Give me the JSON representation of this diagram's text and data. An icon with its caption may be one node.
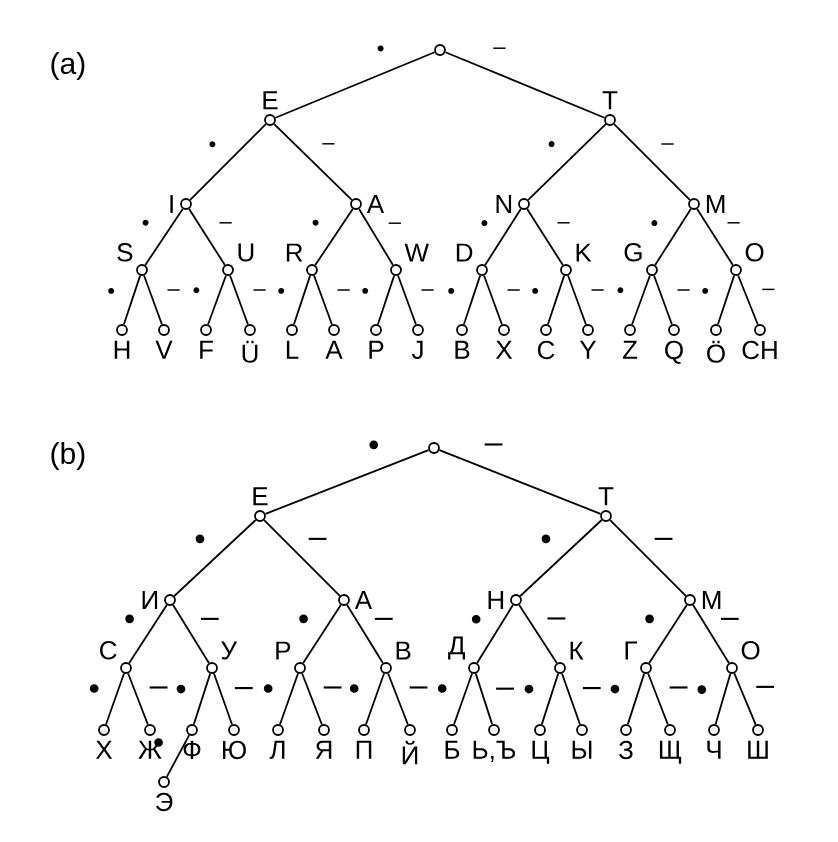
{
  "diagram": {
    "nodes": [
      {
        "text": [],
        "shape": "circle"
      },
      {
        "text": [
          "E"
        ]
      },
      {
        "text": [
          "T"
        ]
      },
      {
        "text": [
          "I"
        ]
      },
      {
        "text": [
          "A"
        ]
      },
      {
        "text": [
          "N"
        ]
      },
      {
        "text": [
          "M"
        ]
      },
      {
        "text": [
          "S"
        ]
      },
      {
        "text": [
          "U"
        ]
      },
      {
        "text": [
          "R"
        ]
      },
      {
        "text": [
          "W"
        ]
      },
      {
        "text": [
          "D"
        ]
      },
      {
        "text": [
          "K"
        ]
      },
      {
        "text": [
          "G"
        ]
      },
      {
        "text": [
          "O"
        ]
      },
      {
        "text": [
          "H"
        ]
      },
      {
        "text": [
          "V"
        ]
      },
      {
        "text": [
          "F"
        ]
      },
      {
        "text": [
          "Ü"
        ]
      },
      {
        "text": [
          "L"
        ]
      },
      {
        "text": [
          "A"
        ]
      },
      {
        "text": [
          "P"
        ]
      },
      {
        "text": [
          "J"
        ]
      },
      {
        "text": [
          "B"
        ]
      },
      {
        "text": [
          "X"
        ]
      },
      {
        "text": [
          "C"
        ]
      },
      {
        "text": [
          "Y"
        ]
      },
      {
        "text": [
          "Z"
        ]
      },
      {
        "text": [
          "Q"
        ]
      },
      {
        "text": [
          "Ö"
        ]
      },
      {
        "text": [
          "CH"
        ]
      },
      {
        "text": [],
        "shape": "circle"
      },
      {
        "text": [
          "Е"
        ]
      },
      {
        "text": [
          "Т"
        ]
      },
      {
        "text": [
          "И"
        ]
      },
      {
        "text": [
          "А"
        ]
      },
      {
        "text": [
          "Н"
        ]
      },
      {
        "text": [
          "М"
        ]
      },
      {
        "text": [
          "С"
        ]
      },
      {
        "text": [
          "У"
        ]
      },
      {
        "text": [
          "Р"
        ]
      },
      {
        "text": [
          "В"
        ]
      },
      {
        "text": [
          "Д"
        ]
      },
      {
        "text": [
          "К"
        ]
      },
      {
        "text": [
          "Г"
        ]
      },
      {
        "text": [
          "О"
        ]
      },
      {
        "text": [
          "Х"
        ]
      },
      {
        "text": [
          "Ж"
        ]
      },
      {
        "text": [
          "Ф"
        ]
      },
      {
        "text": [
          "Ю"
        ]
      },
      {
        "text": [
          "Л"
        ]
      },
      {
        "text": [
          "Я"
        ]
      },
      {
        "text": [
          "П"
        ]
      },
      {
        "text": [
          "Й"
        ]
      },
      {
        "text": [
          "Б"
        ]
      },
      {
        "text": [
          "Ь,Ъ"
        ]
      },
      {
        "text": [
          "Ц"
        ]
      },
      {
        "text": [
          "Ы"
        ]
      },
      {
        "text": [
          "З"
        ]
      },
      {
        "text": [
          "Щ"
        ]
      },
      {
        "text": [
          "Ч"
        ]
      },
      {
        "text": [
          "Ш"
        ]
      },
      {
        "text": [
          "Э"
        ]
      }
    ],
    "edges": [
      {
        "from": 0,
        "to": 1,
        "arrow": "none",
        "label": "•"
      },
      {
        "from": 0,
        "to": 2,
        "arrow": "none",
        "label": "–"
      },
      {
        "from": 1,
        "to": 3,
        "arrow": "none",
        "label": "•"
      },
      {
        "from": 1,
        "to": 4,
        "arrow": "none",
        "label": "–"
      },
      {
        "from": 2,
        "to": 5,
        "arrow": "none",
        "label": "•"
      },
      {
        "from": 2,
        "to": 6,
        "arrow": "none",
        "label": "–"
      },
      {
        "from": 3,
        "to": 7,
        "arrow": "none",
        "label": "•"
      },
      {
        "from": 3,
        "to": 8,
        "arrow": "none",
        "label": "–"
      },
      {
        "from": 4,
        "to": 9,
        "arrow": "none",
        "label": "•"
      },
      {
        "from": 4,
        "to": 10,
        "arrow": "none",
        "label": "–"
      },
      {
        "from": 5,
        "to": 11,
        "arrow": "none",
        "label": "•"
      },
      {
        "from": 5,
        "to": 12,
        "arrow": "none",
        "label": "–"
      },
      {
        "from": 6,
        "to": 13,
        "arrow": "none",
        "label": "•"
      },
      {
        "from": 6,
        "to": 14,
        "arrow": "none",
        "label": "–"
      },
      {
        "from": 7,
        "to": 15,
        "arrow": "none",
        "label": "•"
      },
      {
        "from": 7,
        "to": 16,
        "arrow": "none",
        "label": "–"
      },
      {
        "from": 8,
        "to": 17,
        "arrow": "none",
        "label": "•"
      },
      {
        "from": 8,
        "to": 18,
        "arrow": "none",
        "label": "–"
      },
      {
        "from": 9,
        "to": 19,
        "arrow": "none",
        "label": "•"
      },
      {
        "from": 9,
        "to": 20,
        "arrow": "none",
        "label": "–"
      },
      {
        "from": 10,
        "to": 21,
        "arrow": "none",
        "label": "•"
      },
      {
        "from": 10,
        "to": 22,
        "arrow": "none",
        "label": "–"
      },
      {
        "from": 11,
        "to": 23,
        "arrow": "none",
        "label": "•"
      },
      {
        "from": 11,
        "to": 24,
        "arrow": "none",
        "label": "–"
      },
      {
        "from": 12,
        "to": 25,
        "arrow": "none",
        "label": "•"
      },
      {
        "from": 12,
        "to": 26,
        "arrow": "none",
        "label": "–"
      },
      {
        "from": 13,
        "to": 27,
        "arrow": "none",
        "label": "•"
      },
      {
        "from": 13,
        "to": 28,
        "arrow": "none",
        "label": "–"
      },
      {
        "from": 14,
        "to": 29,
        "arrow": "none",
        "label": "•"
      },
      {
        "from": 14,
        "to": 30,
        "arrow": "none",
        "label": "–"
      },
      {
        "from": 31,
        "to": 32,
        "arrow": "none",
        "label": "•"
      },
      {
        "from": 31,
        "to": 33,
        "arrow": "none",
        "label": "–"
      },
      {
        "from": 32,
        "to": 34,
        "arrow": "none",
        "label": "•"
      },
      {
        "from": 32,
        "to": 35,
        "arrow": "none",
        "label": "–"
      },
      {
        "from": 33,
        "to": 36,
        "arrow": "none",
        "label": "•"
      },
      {
        "from": 33,
        "to": 37,
        "arrow": "none",
        "label": "–"
      },
      {
        "from": 34,
        "to": 38,
        "arrow": "none",
        "label": "•"
      },
      {
        "from": 34,
        "to": 39,
        "arrow": "none",
        "label": "–"
      },
      {
        "from": 35,
        "to": 40,
        "arrow": "none",
        "label": "•"
      },
      {
        "from": 35,
        "to": 41,
        "arrow": "none",
        "label": "–"
      },
      {
        "from": 36,
        "to": 42,
        "arrow": "none",
        "label": "•"
      },
      {
        "from": 36,
        "to": 43,
        "arrow": "none",
        "label": "–"
      },
      {
        "from": 37,
        "to": 44,
        "arrow": "none",
        "label": "•"
      },
      {
        "from": 37,
        "to": 45,
        "arrow": "none",
        "label": "–"
      },
      {
        "from": 38,
        "to": 46,
        "arrow": "none",
        "label": "•"
      },
      {
        "from": 38,
        "to": 47,
        "arrow": "none",
        "label": "–"
      },
      {
        "from": 39,
        "to": 48,
        "arrow": "none",
        "label": "•"
      },
      {
        "from": 39,
        "to": 49,
        "arrow": "none",
        "label": "–"
      },
      {
        "from": 40,
        "to": 50,
        "arrow": "none",
        "label": "•"
      },
      {
        "from": 40,
        "to": 51,
        "arrow": "none",
        "label": "–"
      },
      {
        "from": 41,
        "to": 52,
        "arrow": "none",
        "label": "•"
      },
      {
        "from": 41,
        "to": 53,
        "arrow": "none",
        "label": "–"
      },
      {
        "from": 42,
        "to": 54,
        "arrow": "none",
        "label": "•"
      },
      {
        "from": 42,
        "to": 55,
        "arrow": "none",
        "label": "–"
      },
      {
        "from": 43,
        "to": 56,
        "arrow": "none",
        "label": "•"
      },
      {
        "from": 43,
        "to": 57,
        "arrow": "none",
        "label": "–"
      },
      {
        "from": 44,
        "to": 58,
        "arrow": "none",
        "label": "•"
      },
      {
        "from": 44,
        "to": 59,
        "arrow": "none",
        "label": "–"
      },
      {
        "from": 45,
        "to": 60,
        "arrow": "none",
        "label": "•"
      },
      {
        "from": 45,
        "to": 61,
        "arrow": "none",
        "label": "–"
      },
      {
        "from": 48,
        "to": 62,
        "arrow": "none",
        "label": "•"
      }
    ],
    "labels": [
      "(a)",
      "(b)"
    ]
  }
}
